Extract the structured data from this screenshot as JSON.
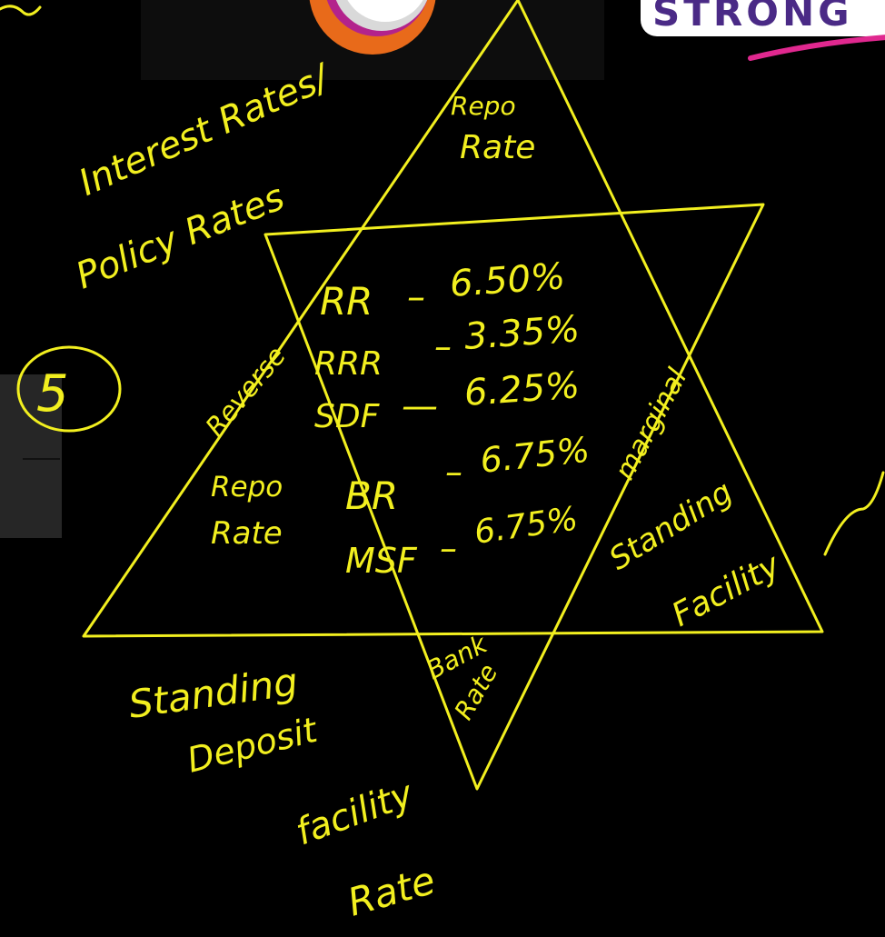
{
  "colors": {
    "background": "#000000",
    "ink": "#f2ef1f",
    "brand_text": "#4a2a86",
    "brand_box": "#ffffff",
    "brand_swoosh": "#e0288f",
    "logo_ring": "#d9d9d9",
    "logo_orange": "#e86a1a",
    "logo_magenta": "#b3238c"
  },
  "brand": {
    "text": "STRONG"
  },
  "headings": {
    "line1": "Interest Rates/",
    "line2": "Policy Rates",
    "count": "5"
  },
  "triangle_labels": {
    "top": [
      "Repo",
      "Rate"
    ],
    "left": [
      "Reverse",
      "Repo",
      "Rate"
    ],
    "right": [
      "marginal",
      "Standing",
      "Facility"
    ],
    "bottom_middle": [
      "Bank",
      "Rate"
    ],
    "bottom_left": [
      "Standing",
      "Deposit",
      "facility",
      "Rate"
    ]
  },
  "rates": [
    {
      "name": "RR",
      "value": "6.50%"
    },
    {
      "name": "RRR",
      "value": "3.35%"
    },
    {
      "name": "SDF",
      "value": "6.25%"
    },
    {
      "name": "BR",
      "value": "6.75%"
    },
    {
      "name": "MSF",
      "value": "6.75%"
    }
  ]
}
